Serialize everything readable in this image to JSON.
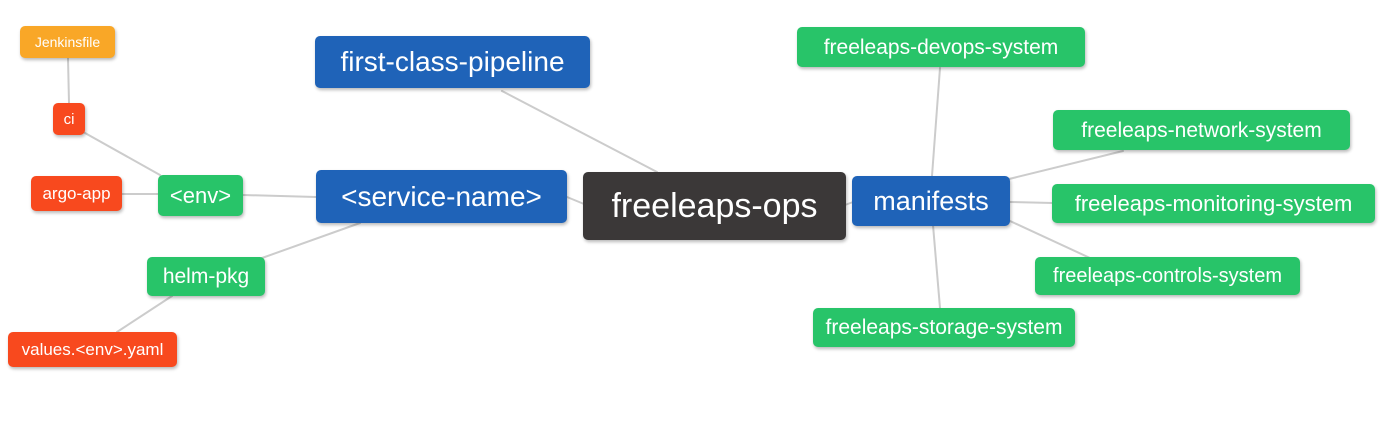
{
  "diagram": {
    "type": "mindmap",
    "root": "freeleaps-ops",
    "colors": {
      "root_dark": "#3b3838",
      "branch_blue": "#1f63b8",
      "leaf_green": "#28c469",
      "leaf_orange": "#f9a727",
      "leaf_red_orange": "#f8491e",
      "edge_line": "#cccccc",
      "node_text": "#ffffff",
      "background": "#ffffff"
    },
    "nodes": {
      "freeleaps_ops": {
        "label": "freeleaps-ops"
      },
      "first_class_pipeline": {
        "label": "first-class-pipeline"
      },
      "service_name": {
        "label": "<service-name>"
      },
      "manifests": {
        "label": "manifests"
      },
      "env": {
        "label": "<env>"
      },
      "helm_pkg": {
        "label": "helm-pkg"
      },
      "ci": {
        "label": "ci"
      },
      "argo_app": {
        "label": "argo-app"
      },
      "jenkinsfile": {
        "label": "Jenkinsfile"
      },
      "values_env_yaml": {
        "label": "values.<env>.yaml"
      },
      "devops_system": {
        "label": "freeleaps-devops-system"
      },
      "network_system": {
        "label": "freeleaps-network-system"
      },
      "monitoring_system": {
        "label": "freeleaps-monitoring-system"
      },
      "controls_system": {
        "label": "freeleaps-controls-system"
      },
      "storage_system": {
        "label": "freeleaps-storage-system"
      }
    },
    "edges": [
      [
        "jenkinsfile",
        "ci"
      ],
      [
        "ci",
        "env"
      ],
      [
        "argo_app",
        "env"
      ],
      [
        "env",
        "service_name"
      ],
      [
        "helm_pkg",
        "service_name"
      ],
      [
        "values_env_yaml",
        "helm_pkg"
      ],
      [
        "first_class_pipeline",
        "freeleaps_ops"
      ],
      [
        "service_name",
        "freeleaps_ops"
      ],
      [
        "freeleaps_ops",
        "manifests"
      ],
      [
        "manifests",
        "devops_system"
      ],
      [
        "manifests",
        "network_system"
      ],
      [
        "manifests",
        "monitoring_system"
      ],
      [
        "manifests",
        "controls_system"
      ],
      [
        "manifests",
        "storage_system"
      ]
    ]
  }
}
